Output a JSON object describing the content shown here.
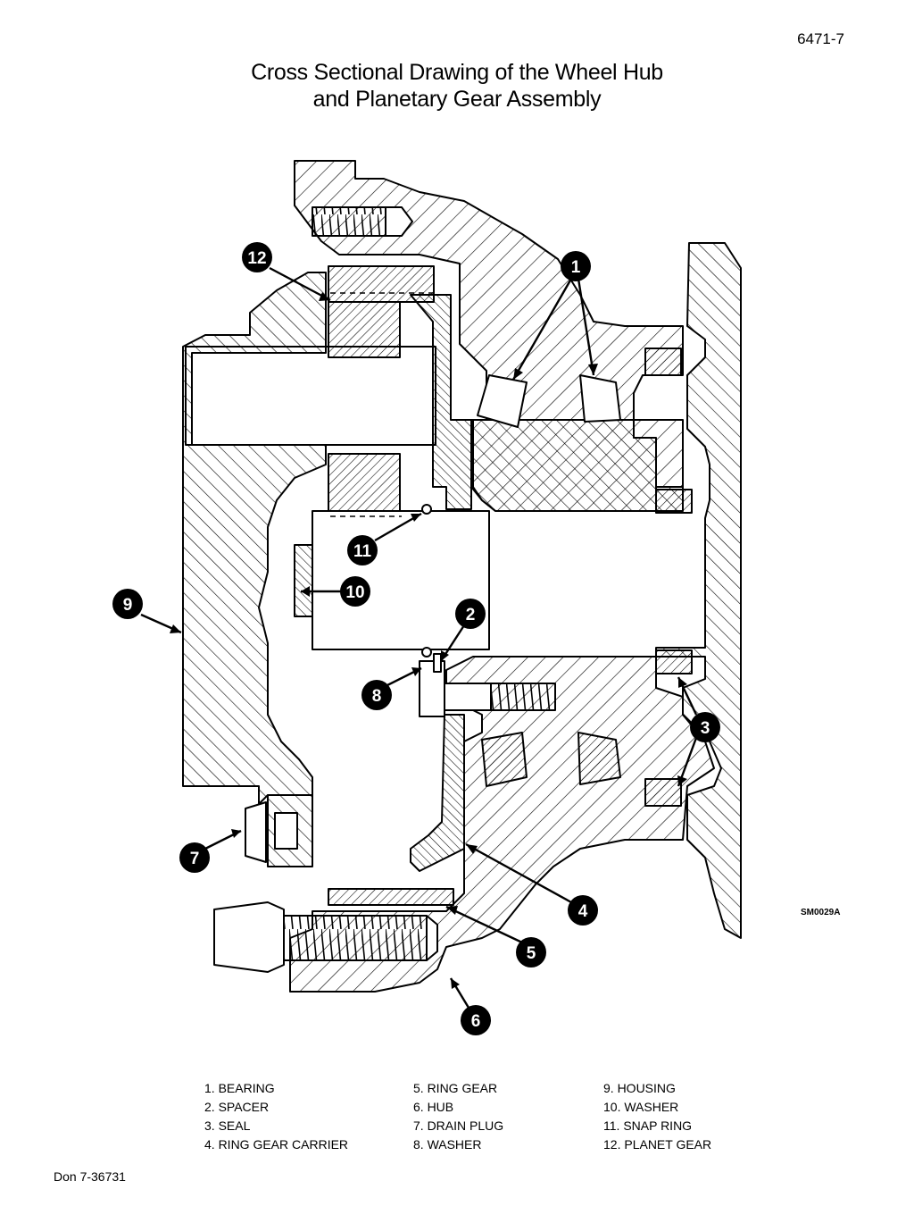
{
  "page_id": "6471-7",
  "title_line1": "Cross Sectional Drawing of the Wheel Hub",
  "title_line2": "and Planetary Gear Assembly",
  "figure_id": "SM0029A",
  "doc_ref": "Don 7-36731",
  "callouts": [
    "1",
    "2",
    "3",
    "4",
    "5",
    "6",
    "7",
    "8",
    "9",
    "10",
    "11",
    "12"
  ],
  "legend": [
    "1. BEARING",
    "2. SPACER",
    "3. SEAL",
    "4. RING GEAR CARRIER",
    "5. RING GEAR",
    "6. HUB",
    "7. DRAIN PLUG",
    "8. WASHER",
    "9. HOUSING",
    "10. WASHER",
    "11. SNAP RING",
    "12. PLANET GEAR"
  ]
}
